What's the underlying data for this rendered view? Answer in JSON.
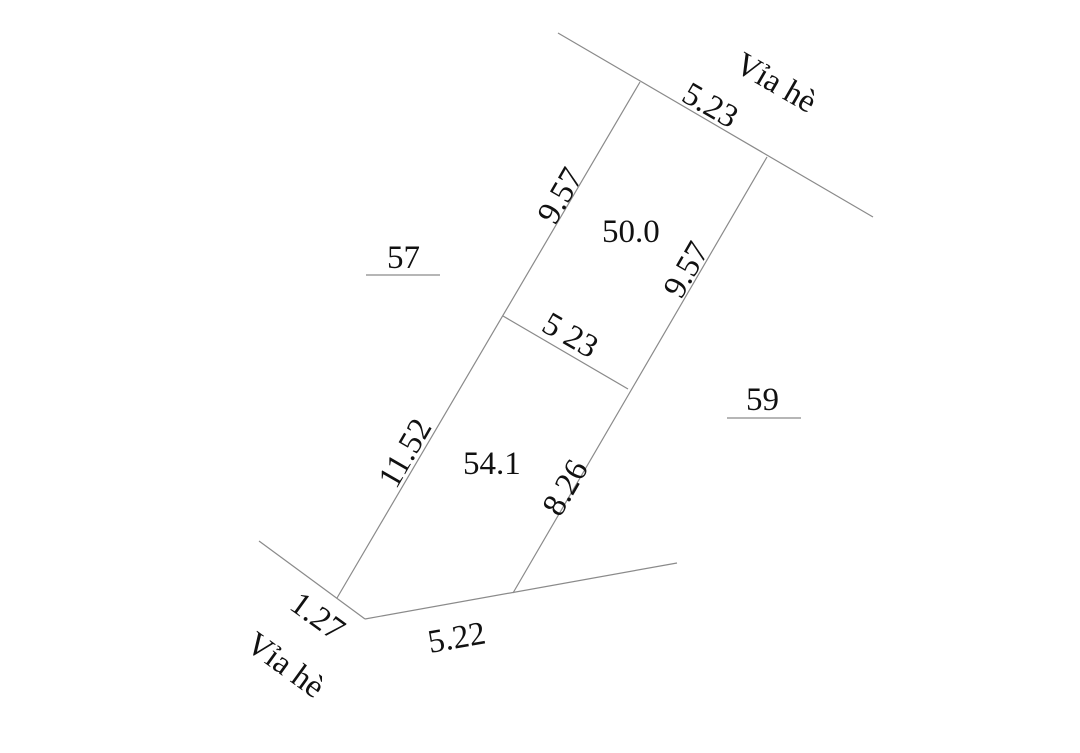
{
  "labels": {
    "sidewalk_top": "Vỉa hè",
    "sidewalk_bottom": "Vỉa hè",
    "top_edge": "5.23",
    "left_upper_edge": "9.57",
    "right_upper_edge": "9.57",
    "middle_edge": "5 23",
    "left_lower_edge": "11.52",
    "right_lower_edge": "8.26",
    "bottom_edge": "5.22",
    "corner_edge": "1.27",
    "area_upper": "50.0",
    "area_lower": "54.1",
    "parcel_left": "57",
    "parcel_right": "59"
  },
  "colors": {
    "line": "#8a8a8a",
    "text": "#111111"
  }
}
